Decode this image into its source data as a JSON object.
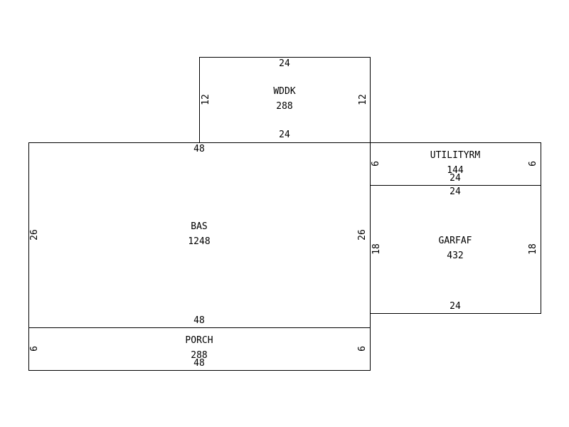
{
  "areas": {
    "wddk": {
      "name": "WDDK",
      "area": "288",
      "top": "24",
      "bottom": "24",
      "left": "12",
      "right": "12"
    },
    "bas": {
      "name": "BAS",
      "area": "1248",
      "top": "48",
      "bottom": "48",
      "left": "26",
      "right": "26"
    },
    "utilityrm": {
      "name": "UTILITYRM",
      "area": "144",
      "top": "",
      "bottom": "24",
      "left": "6",
      "right": "6"
    },
    "garfaf": {
      "name": "GARFAF",
      "area": "432",
      "top": "24",
      "bottom": "24",
      "left": "18",
      "right": "18"
    },
    "porch": {
      "name": "PORCH",
      "area": "288",
      "top": "",
      "bottom": "48",
      "left": "6",
      "right": "6"
    }
  }
}
